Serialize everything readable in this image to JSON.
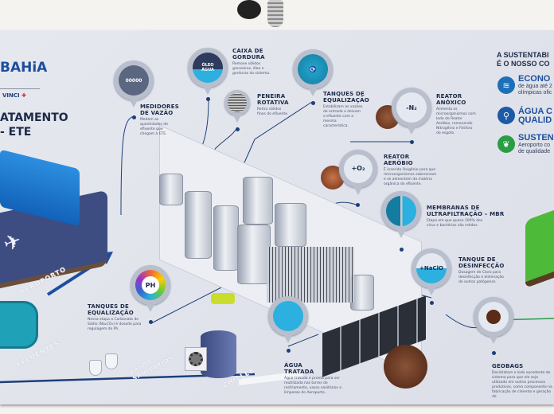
{
  "header": {
    "brand": "BAHiA",
    "partner": "VINCI",
    "title_line1": "ATAMENTO",
    "title_line2": "- ETE"
  },
  "steps": [
    {
      "id": "medidores",
      "title1": "MEDIDORES",
      "title2": "DE VAZÃO",
      "desc": "Medem as quantidades de efluente que chegam à ETE.",
      "icon": "flow-meter-icon",
      "readout": "00000"
    },
    {
      "id": "caixa",
      "title1": "CAIXA DE",
      "title2": "GORDURA",
      "desc": "Remove sólidos grosseiros, óleo e gorduras do sistema.",
      "icon": "grease-trap-icon",
      "top_label": "ÓLEO",
      "bottom_label": "ÁGUA"
    },
    {
      "id": "peneira",
      "title1": "PENEIRA",
      "title2": "ROTATIVA",
      "desc": "Retira sólidos finos do efluente.",
      "icon": "rotary-sieve-icon"
    },
    {
      "id": "equalizacao",
      "title1": "TANQUES DE",
      "title2": "EQUALIZAÇÃO",
      "desc": "Estabilizam as vazões de entrada e deixam o efluente com a mesma característica.",
      "icon": "mixer-icon"
    },
    {
      "id": "anoxico",
      "title1": "REATOR",
      "title2": "ANÓXICO",
      "desc": "Alimenta os microorganismos com lodo do Reator Aeróbio, removendo Nitrogênio e Fósforo do esgoto.",
      "icon": "nitrogen-icon",
      "formula": "-N₂"
    },
    {
      "id": "aerobio",
      "title1": "REATOR",
      "title2": "AERÓBIO",
      "desc": "É inserido Oxigênio para que microorganismos sobrevivam e se alimentem da matéria orgânica do efluente.",
      "icon": "oxygen-icon",
      "formula": "+O₂"
    },
    {
      "id": "mbr",
      "title1": "MEMBRANAS DE",
      "title2": "ULTRAFILTRAÇÃO – MBR",
      "desc": "Etapa em que quase 100% dos vírus e bactérias são retidos.",
      "icon": "membrane-icon"
    },
    {
      "id": "desinfeccao",
      "title1": "TANQUE DE",
      "title2": "DESINFECÇÃO",
      "desc": "Dosagem de Cloro para desinfecção e eliminação de outros patógenos.",
      "icon": "chlorine-icon",
      "formula": "+NaClO"
    },
    {
      "id": "geobags",
      "title1": "GEOBAGS",
      "title2": "",
      "desc": "Desidratam o lodo excedente do sistema para que ele seja utilizado em outros processos produtivos, como componente na fabricação de cimento e geração de",
      "icon": "geobag-icon"
    },
    {
      "id": "ph",
      "title1": "TANQUES DE",
      "title2": "EQUALIZAÇÃO",
      "desc": "Nessa etapa o Carbonato de Sódio (Na₂CO₃) é dosado para regulagem do Ph.",
      "icon": "ph-wheel-icon",
      "formula": "PH"
    },
    {
      "id": "agua",
      "title1": "ÁGUA",
      "title2": "TRATADA",
      "desc": "Água tratada e pronta para ser reutilizada nas torres de resfriamento, vasos sanitários e limpezas do Aeroporto.",
      "icon": "water-icon"
    }
  ],
  "map_labels": {
    "airport": "AEROPORTO",
    "effluents": "EFLUENTES",
    "toilets": "VASOS SANITÁRIOS",
    "chiller": "CHILLER"
  },
  "sustainability": {
    "title1": "A SUSTENTABI",
    "title2": "É O NOSSO CO",
    "items": [
      {
        "title": "ECONO",
        "desc1": "de água até 2",
        "desc2": "olímpicas ofic",
        "icon": "pool-icon",
        "color": "#1d6fb8"
      },
      {
        "title": "ÁGUA C",
        "title2": "QUALID",
        "icon": "faucet-icon",
        "color": "#1d5aa6"
      },
      {
        "title": "SUSTEN",
        "desc1": "Aeroporto co",
        "desc2": "de qualidade",
        "icon": "leaf-icon",
        "color": "#2a9d45"
      }
    ]
  },
  "colors": {
    "navy": "#1c2a48",
    "brand_blue": "#1d4e9e",
    "pin_gray": "#b9bfcc",
    "water": "#2bb0e0"
  }
}
